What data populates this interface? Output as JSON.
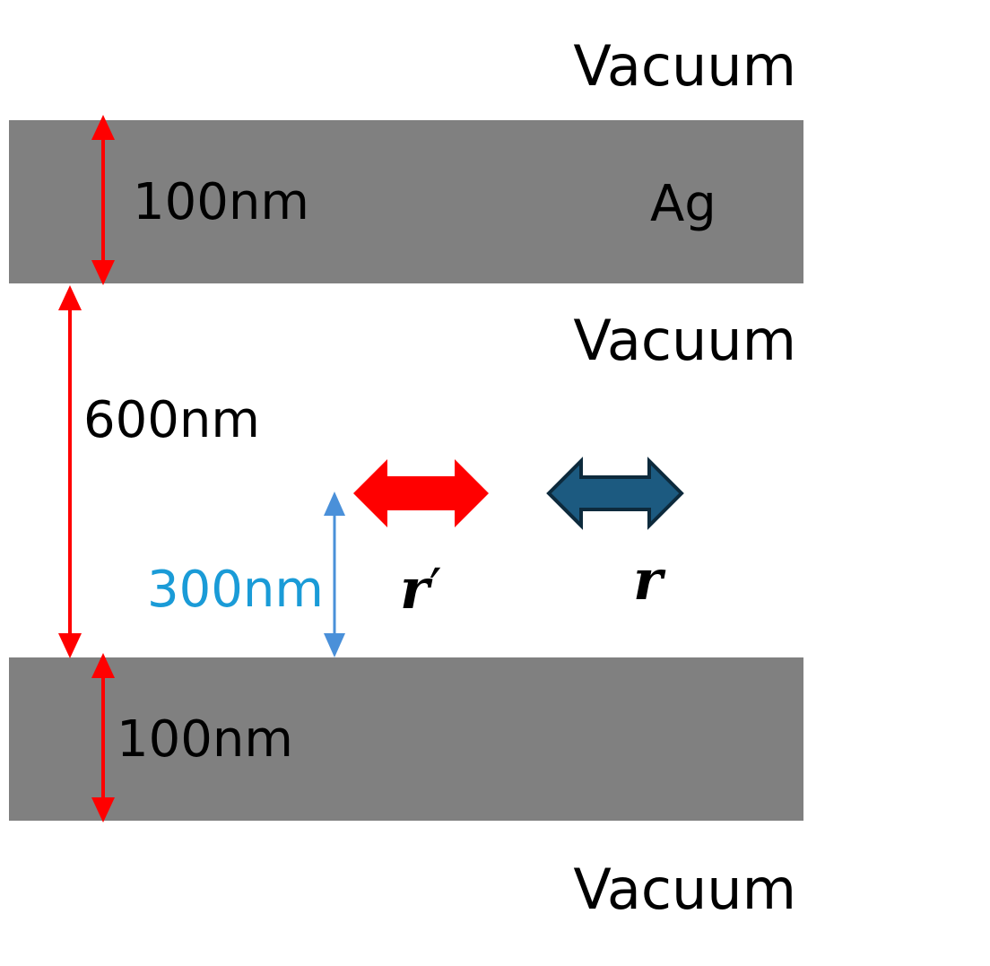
{
  "colors": {
    "layer": "#808080",
    "thickness_arrow": "#ff0000",
    "position_arrow": "#4a90d9",
    "position_label": "#1a9bd7",
    "dipole_prime": "#ff0000",
    "dipole": "#1c5a80",
    "dipole_outline": "#0d2a3c"
  },
  "regions": {
    "vacuum_top": "Vacuum",
    "vacuum_middle": "Vacuum",
    "vacuum_bottom": "Vacuum",
    "material": "Ag"
  },
  "dimensions": {
    "top_layer_thickness": "100nm",
    "gap": "600nm",
    "dipole_height": "300nm",
    "bottom_layer_thickness": "100nm"
  },
  "dipoles": {
    "source_symbol": "r",
    "source_prime": "′",
    "observer_symbol": "r"
  }
}
